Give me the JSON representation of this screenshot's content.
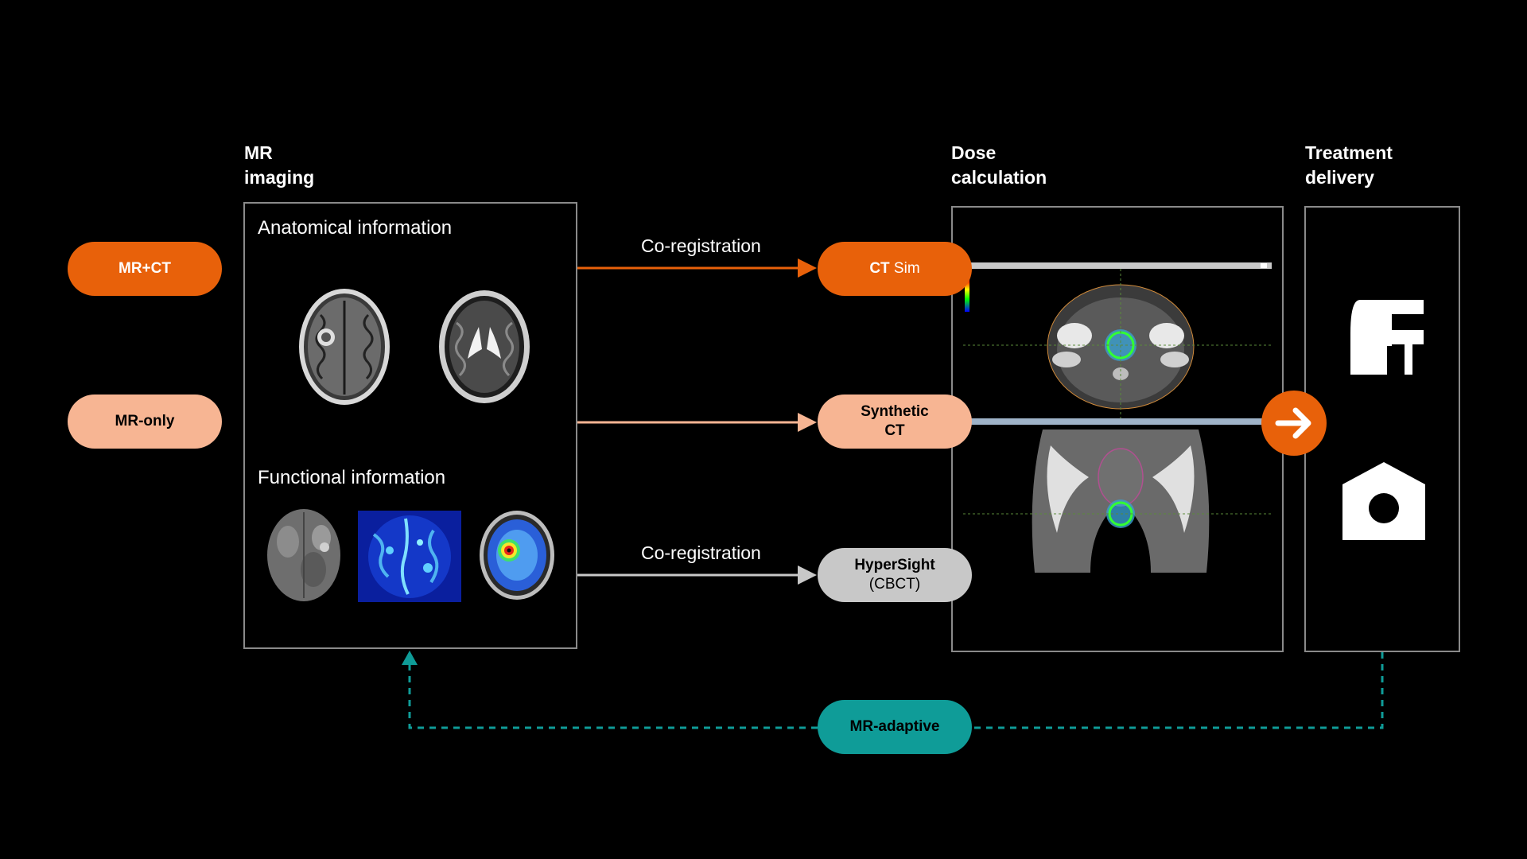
{
  "headers": {
    "mr_imaging": [
      "MR",
      "imaging"
    ],
    "dose_calculation": [
      "Dose",
      "calculation"
    ],
    "treatment_delivery": [
      "Treatment",
      "delivery"
    ]
  },
  "mr_box": {
    "anatomical_label": "Anatomical information",
    "functional_label": "Functional information"
  },
  "workflows": {
    "mr_ct": "MR+CT",
    "mr_only": "MR-only",
    "mr_adaptive": "MR-adaptive"
  },
  "arrow_labels": {
    "top": "Co-registration",
    "bottom": "Co-registration"
  },
  "targets": {
    "ct_sim_bold": "CT",
    "ct_sim_rest": " Sim",
    "synthetic_line1": "Synthetic",
    "synthetic_line2": "CT",
    "hypersight_line1": "HyperSight",
    "hypersight_line2": "(CBCT)"
  },
  "colors": {
    "orange": "#e8610a",
    "peach": "#f7b593",
    "grey": "#c8c8c8",
    "teal": "#0f9c98",
    "border": "#8a8a8a"
  }
}
